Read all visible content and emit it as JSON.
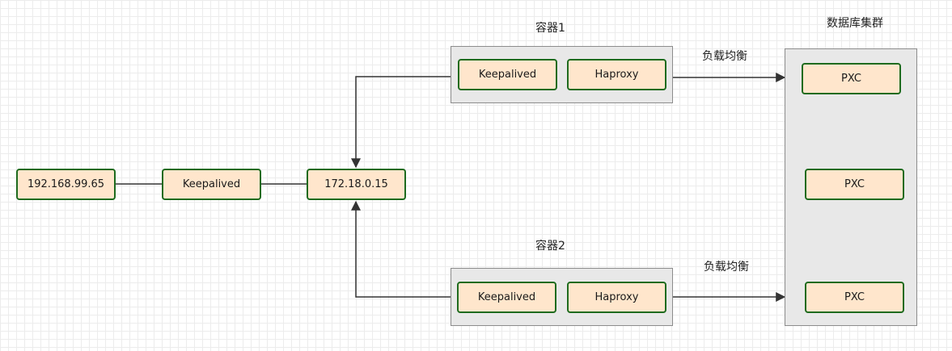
{
  "colors": {
    "node_fill": "#ffe6cc",
    "node_border": "#1e6b1e",
    "group_fill": "#e8e8e8",
    "group_border": "#8c8c8c",
    "edge": "#333333"
  },
  "nodes": {
    "vip": "192.168.99.65",
    "keepalived_main": "Keepalived",
    "internal_vip": "172.18.0.15",
    "c1_keepalived": "Keepalived",
    "c1_haproxy": "Haproxy",
    "c2_keepalived": "Keepalived",
    "c2_haproxy": "Haproxy",
    "pxc1": "PXC",
    "pxc2": "PXC",
    "pxc3": "PXC"
  },
  "groups": {
    "container1": "容器1",
    "container2": "容器2",
    "db_cluster": "数据库集群"
  },
  "edge_labels": {
    "lb_top": "负载均衡",
    "lb_bottom": "负载均衡"
  }
}
